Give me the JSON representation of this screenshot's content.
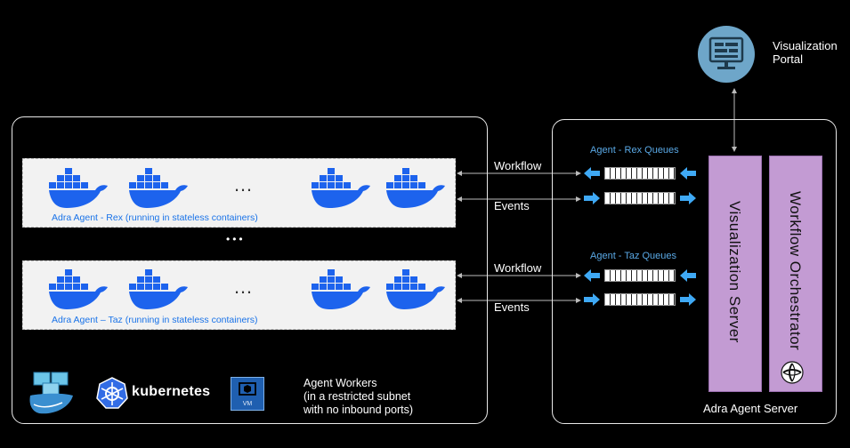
{
  "portal": {
    "label_line1": "Visualization",
    "label_line2": "Portal",
    "icon": "monitor-dashboard-icon"
  },
  "workers_panel": {
    "rex_band_label": "Adra Agent - Rex (running in stateless containers)",
    "taz_band_label": "Adra Agent – Taz  (running in stateless containers)",
    "ellipsis": "…",
    "vertical_ellipsis": "•••",
    "workers_line1": "Agent Workers",
    "workers_line2": "(in a restricted subnet",
    "workers_line3": "with no inbound ports)",
    "kubernetes_label": "kubernetes",
    "vm_label": "VM"
  },
  "flows": {
    "rex_workflow": "Workflow",
    "rex_events": "Events",
    "taz_workflow": "Workflow",
    "taz_events": "Events"
  },
  "server_panel": {
    "rex_queues_title": "Agent - Rex  Queues",
    "taz_queues_title": "Agent - Taz  Queues",
    "visualization_server": "Visualization Server",
    "workflow_orchestrator": "Workflow Orchestrator",
    "footer": "Adra Agent Server"
  },
  "colors": {
    "docker_blue": "#1d63ed",
    "queue_arrow": "#3fa9f5",
    "server_purple": "#c39bd3",
    "portal_teal": "#6ea6c9",
    "k8s_blue": "#326ce5"
  }
}
